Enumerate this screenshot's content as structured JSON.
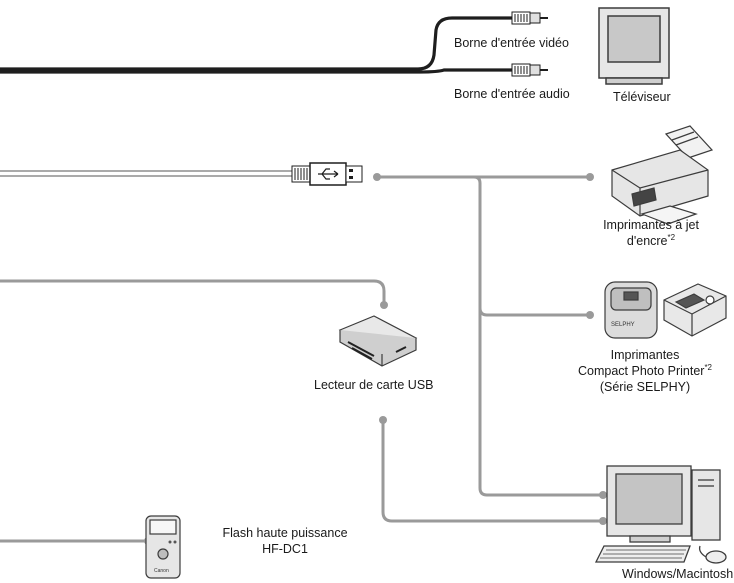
{
  "labels": {
    "video_input": "Borne d'entrée vidéo",
    "audio_input": "Borne d'entrée audio",
    "tv": "Téléviseur",
    "inkjet_line1": "Imprimantes à jet",
    "inkjet_line2": "d'encre",
    "inkjet_note": "*2",
    "compact_line1": "Imprimantes",
    "compact_line2": "Compact Photo Printer",
    "compact_note": "*2",
    "compact_line3": "(Série SELPHY)",
    "card_reader": "Lecteur de carte USB",
    "flash_line1": "Flash haute puissance",
    "flash_line2": "HF-DC1",
    "computer": "Windows/Macintosh",
    "compact_printer_brand": "SELPHY",
    "flash_brand": "Canon"
  },
  "colors": {
    "gray_line": "#9a9a9a",
    "cable_dark": "#1e1e1e",
    "device_fill": "#e6e6e6",
    "device_stroke": "#3c3c3c"
  }
}
